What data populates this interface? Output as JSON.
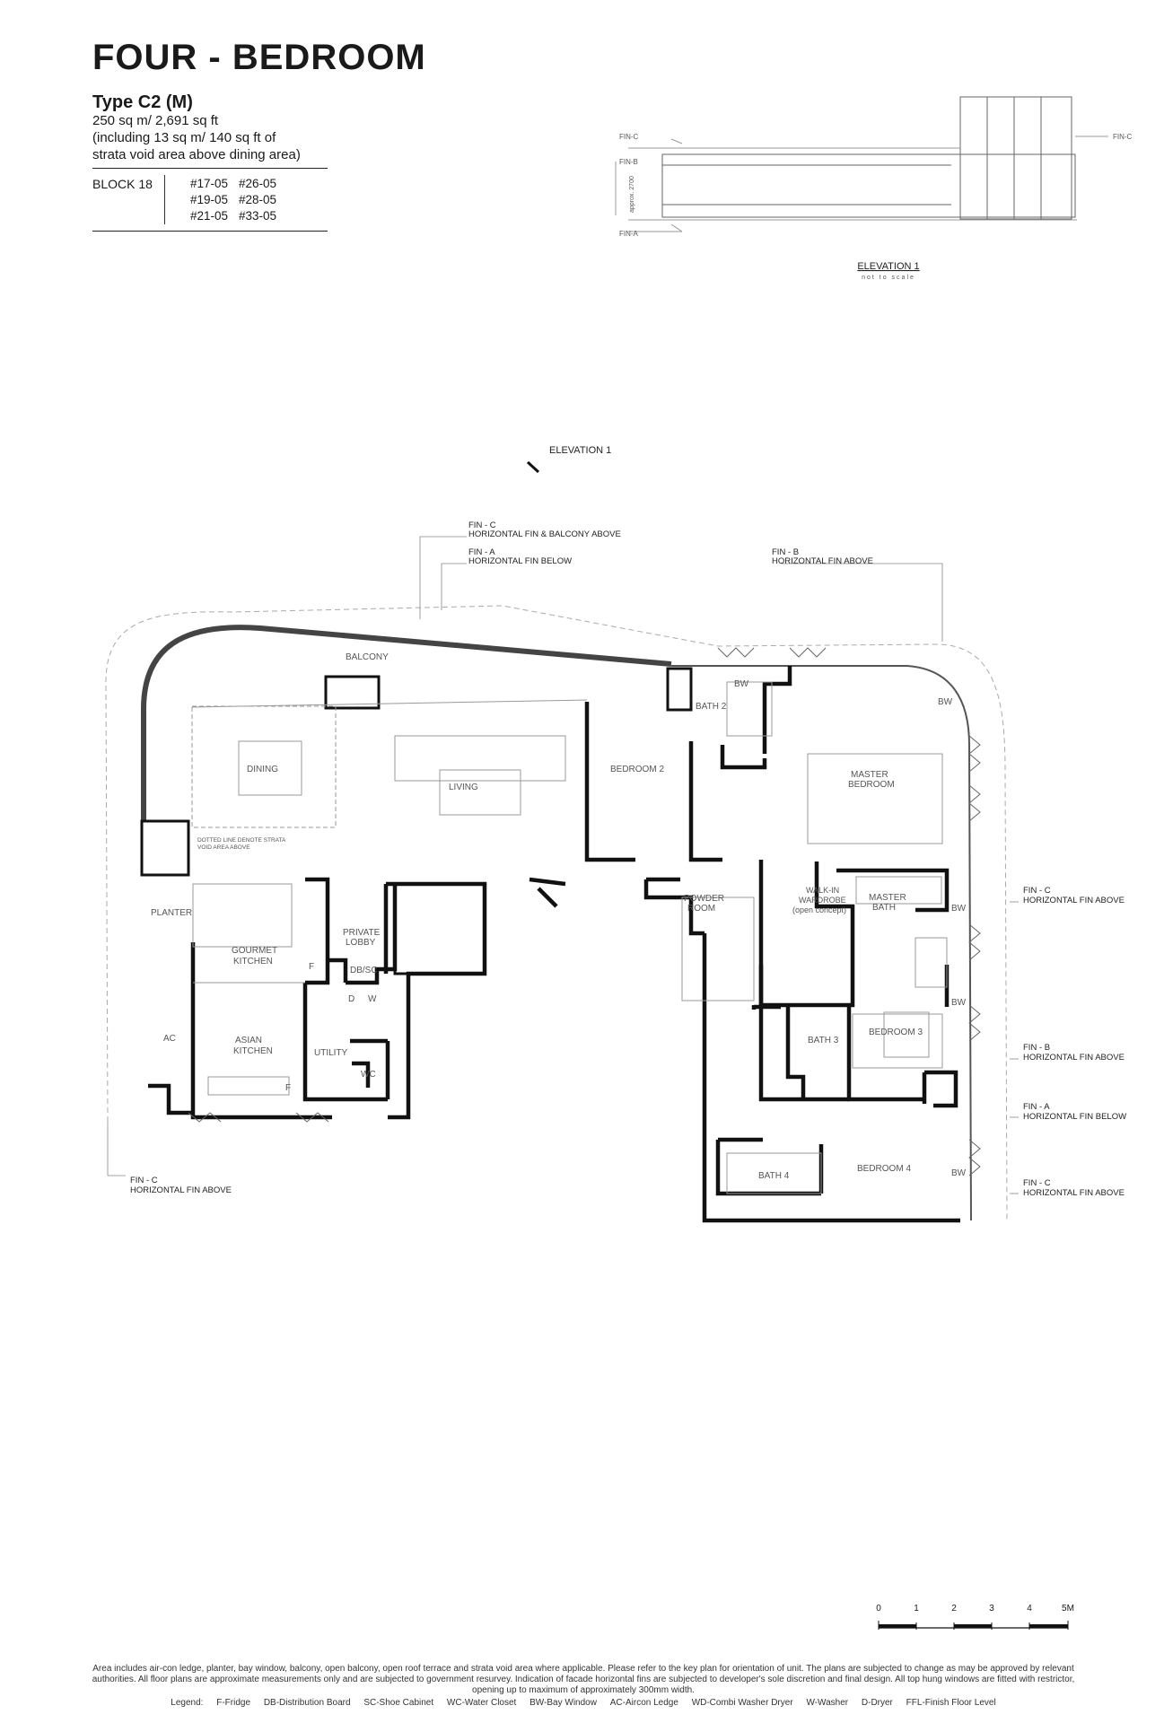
{
  "header": {
    "title": "FOUR - BEDROOM",
    "type_name": "Type C2 (M)",
    "area_lines": [
      "250 sq m/ 2,691 sq ft",
      "(including 13 sq m/ 140 sq ft of",
      "strata void area above dining area)"
    ],
    "block_label": "BLOCK 18",
    "units": [
      "#17-05",
      "#26-05",
      "#19-05",
      "#28-05",
      "#21-05",
      "#33-05"
    ]
  },
  "elevation": {
    "title": "ELEVATION 1",
    "subtitle": "not to scale",
    "labels": {
      "fin_c_left": "FIN-C",
      "fin_b_left": "FIN-B",
      "fin_a_left": "FIN-A",
      "fin_c_right": "FIN-C",
      "approx": "approx. 2700"
    }
  },
  "plan": {
    "elevation_marker": "ELEVATION 1",
    "rooms": {
      "balcony": "BALCONY",
      "dining": "DINING",
      "living": "LIVING",
      "bedroom2": "BEDROOM 2",
      "bath2": "BATH 2",
      "master_bedroom_1": "MASTER",
      "master_bedroom_2": "BEDROOM",
      "planter": "PLANTER",
      "gourmet_1": "GOURMET",
      "gourmet_2": "KITCHEN",
      "private_lobby_1": "PRIVATE",
      "private_lobby_2": "LOBBY",
      "dbsc": "DB/SC",
      "powder_1": "POWDER",
      "powder_2": "ROOM",
      "wir_1": "WALK-IN",
      "wir_2": "WARDROBE",
      "wir_3": "(open concept)",
      "master_bath_1": "MASTER",
      "master_bath_2": "BATH",
      "ac": "AC",
      "asian_1": "ASIAN",
      "asian_2": "KITCHEN",
      "utility": "UTILITY",
      "wc": "WC",
      "d": "D",
      "w": "W",
      "f1": "F",
      "f2": "F",
      "bath3": "BATH 3",
      "bedroom3": "BEDROOM 3",
      "bath4": "BATH 4",
      "bedroom4": "BEDROOM 4",
      "bw1": "BW",
      "bw2": "BW",
      "bw3": "BW",
      "bw4": "BW",
      "bw5": "BW",
      "void_note_1": "DOTTED LINE DENOTE STRATA",
      "void_note_2": "VOID AREA ABOVE"
    },
    "fins": {
      "top_c_1": "FIN - C",
      "top_c_2": "HORIZONTAL FIN & BALCONY ABOVE",
      "top_a_1": "FIN - A",
      "top_a_2": "HORIZONTAL FIN BELOW",
      "top_b_1": "FIN - B",
      "top_b_2": "HORIZONTAL FIN ABOVE",
      "r1_1": "FIN - C",
      "r1_2": "HORIZONTAL FIN ABOVE",
      "r2_1": "FIN - B",
      "r2_2": "HORIZONTAL FIN ABOVE",
      "r3_1": "FIN - A",
      "r3_2": "HORIZONTAL FIN BELOW",
      "r4_1": "FIN - C",
      "r4_2": "HORIZONTAL FIN ABOVE",
      "left_1": "FIN - C",
      "left_2": "HORIZONTAL FIN ABOVE"
    }
  },
  "scale": {
    "ticks": [
      "0",
      "1",
      "2",
      "3",
      "4",
      "5M"
    ]
  },
  "footer": {
    "disclaimer": "Area includes air-con ledge, planter, bay window, balcony, open balcony, open roof terrace and strata void area where applicable. Please refer to the key plan for orientation of unit. The plans are subjected to change as may be approved by relevant authorities. All floor plans are approximate measurements only and are subjected to government resurvey. Indication of facade horizontal fins are subjected to developer's sole discretion and final design. All top hung windows are fitted with restrictor, opening up to maximum of approximately 300mm width.",
    "legend_items": [
      "Legend:",
      "F-Fridge",
      "DB-Distribution Board",
      "SC-Shoe Cabinet",
      "WC-Water Closet",
      "BW-Bay Window",
      "AC-Aircon Ledge",
      "WD-Combi Washer Dryer",
      "W-Washer",
      "D-Dryer",
      "FFL-Finish Floor Level"
    ]
  }
}
